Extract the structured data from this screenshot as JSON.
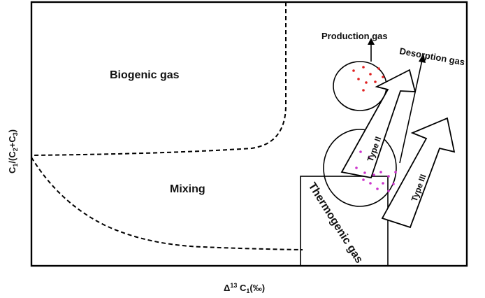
{
  "diagram": {
    "title": "",
    "x_axis_label": {
      "delta": "Δ",
      "sup": "13",
      "base": " C",
      "sub": "1",
      "unit": "(‰)"
    },
    "y_axis_label": {
      "c1": "C",
      "c1_sub": "1",
      "mid": "/(C",
      "c2_sub": "2",
      "plus": "+C",
      "c3_sub": "3",
      "close": ")"
    },
    "regions": {
      "biogenic": "Biogenic gas",
      "mixing": "Mixing",
      "thermogenic": "Thermogenic gas"
    },
    "annotations": {
      "production_gas": "Production gas",
      "desorption_gas": "Desorption gas",
      "type_ii": "Type II",
      "type_iii": "Type III"
    },
    "colors": {
      "production_points": "#e02020",
      "desorption_points": "#cc33cc",
      "line": "#000000"
    },
    "sample_groups": [
      {
        "name": "production gas samples",
        "count": 9
      },
      {
        "name": "desorption gas samples",
        "count": 14
      }
    ]
  }
}
